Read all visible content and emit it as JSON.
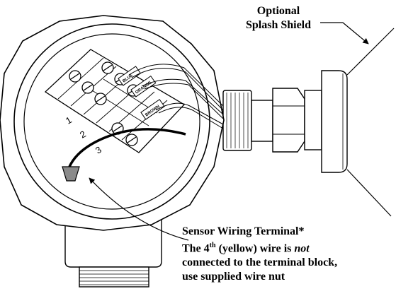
{
  "callouts": {
    "splash_shield": [
      "Optional",
      "Splash Shield"
    ],
    "sensor_terminal": {
      "title": "Sensor Wiring Terminal*",
      "line2_pre": "The 4",
      "line2_sup": "th",
      "line2_mid": " (yellow) wire is ",
      "line2_em": "not",
      "line3": "connected to the terminal block,",
      "line4": "use supplied wire nut"
    }
  },
  "terminal_block": {
    "numbers": [
      "1",
      "2",
      "3"
    ],
    "wire_labels": [
      "BLUE",
      "ORANGE",
      "BROWN"
    ]
  }
}
